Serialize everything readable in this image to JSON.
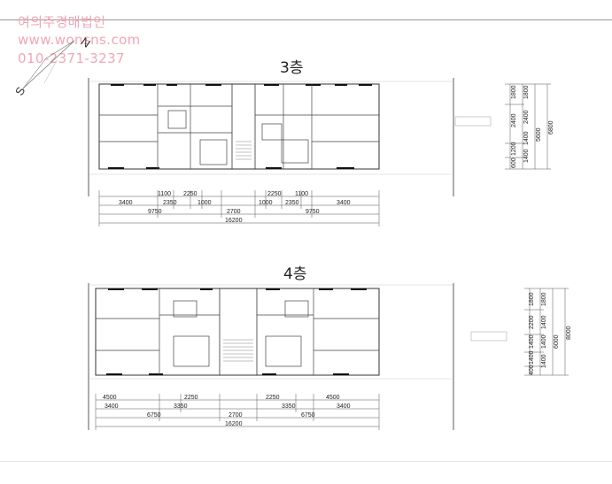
{
  "watermark": {
    "company": "여의주경매법인",
    "website": "www.wonsns.com",
    "phone": "010-2371-3237"
  },
  "compass": {
    "north": "N",
    "south": "S"
  },
  "floors": [
    {
      "title": "3층",
      "dims_top": [
        "1100",
        "2250",
        "2250",
        "1100"
      ],
      "dims_mid": [
        "3400",
        "2350",
        "1000",
        "1000",
        "2350",
        "3400"
      ],
      "dims_bottom": [
        "9750",
        "2700",
        "9750"
      ],
      "total": "16200",
      "dims_right_inner": [
        "1800",
        "2400",
        "1200",
        "600"
      ],
      "dims_right_outer": [
        "1800",
        "2400",
        "1400",
        "1400"
      ],
      "dims_right_other": [
        "5600",
        "6800"
      ]
    },
    {
      "title": "4층",
      "dims_top": [
        "4500",
        "2250",
        "2250",
        "4500"
      ],
      "dims_mid": [
        "3400",
        "3350",
        "3350",
        "3400"
      ],
      "dims_bottom": [
        "6750",
        "2700",
        "6750"
      ],
      "total": "16200",
      "dims_right_inner": [
        "1800",
        "2200",
        "1400",
        "1400",
        "400"
      ],
      "dims_right_outer": [
        "1800",
        "1400",
        "1400",
        "1400"
      ],
      "dims_right_other": [
        "6000",
        "8000"
      ]
    }
  ]
}
